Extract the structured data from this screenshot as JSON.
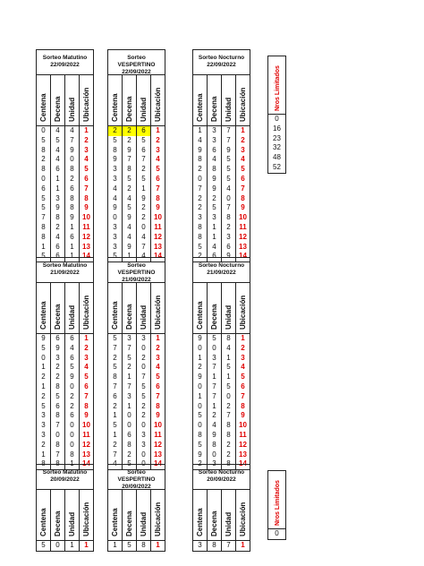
{
  "column_headers": [
    "Centena",
    "Decena",
    "Unidad",
    "Ubicación"
  ],
  "sections": [
    {
      "date": "22/09/2022",
      "tables": [
        {
          "title": "Sorteo Matutino",
          "rows": [
            [
              0,
              4,
              4
            ],
            [
              5,
              5,
              7
            ],
            [
              8,
              4,
              9
            ],
            [
              2,
              4,
              0
            ],
            [
              8,
              6,
              8
            ],
            [
              0,
              1,
              2
            ],
            [
              6,
              1,
              6
            ],
            [
              5,
              3,
              8
            ],
            [
              5,
              9,
              8
            ],
            [
              7,
              8,
              9
            ],
            [
              8,
              2,
              1
            ],
            [
              8,
              4,
              6
            ],
            [
              1,
              6,
              1
            ],
            [
              5,
              6,
              1
            ]
          ]
        },
        {
          "title": "Sorteo VESPERTINO",
          "rows": [
            [
              2,
              2,
              6
            ],
            [
              5,
              2,
              5
            ],
            [
              8,
              9,
              6
            ],
            [
              9,
              7,
              7
            ],
            [
              3,
              8,
              2
            ],
            [
              3,
              5,
              5
            ],
            [
              4,
              2,
              1
            ],
            [
              4,
              4,
              9
            ],
            [
              9,
              5,
              2
            ],
            [
              0,
              9,
              2
            ],
            [
              3,
              4,
              0
            ],
            [
              3,
              4,
              4
            ],
            [
              3,
              9,
              7
            ],
            [
              5,
              1,
              4
            ]
          ],
          "highlight_row": 0
        },
        {
          "title": "Sorteo Nocturno",
          "rows": [
            [
              1,
              3,
              7
            ],
            [
              4,
              3,
              7
            ],
            [
              9,
              6,
              9
            ],
            [
              8,
              4,
              5
            ],
            [
              2,
              8,
              5
            ],
            [
              0,
              9,
              5
            ],
            [
              7,
              9,
              4
            ],
            [
              2,
              2,
              0
            ],
            [
              2,
              5,
              7
            ],
            [
              3,
              3,
              8
            ],
            [
              8,
              1,
              2
            ],
            [
              8,
              1,
              3
            ],
            [
              5,
              4,
              6
            ],
            [
              2,
              6,
              9
            ]
          ]
        }
      ],
      "limited": {
        "label": "Nros Limitados",
        "values": [
          "0",
          "16",
          "23",
          "32",
          "48",
          "52"
        ]
      }
    },
    {
      "date": "21/09/2022",
      "tables": [
        {
          "title": "Sorteo Matutino",
          "rows": [
            [
              9,
              6,
              6
            ],
            [
              5,
              9,
              4
            ],
            [
              0,
              3,
              6
            ],
            [
              1,
              2,
              5
            ],
            [
              2,
              2,
              9
            ],
            [
              1,
              8,
              0
            ],
            [
              2,
              5,
              2
            ],
            [
              5,
              6,
              2
            ],
            [
              3,
              8,
              6
            ],
            [
              3,
              7,
              0
            ],
            [
              3,
              0,
              0
            ],
            [
              2,
              8,
              0
            ],
            [
              1,
              7,
              8
            ],
            [
              8,
              8,
              1
            ]
          ]
        },
        {
          "title": "Sorteo VESPERTINO",
          "rows": [
            [
              5,
              3,
              3
            ],
            [
              7,
              7,
              0
            ],
            [
              2,
              5,
              2
            ],
            [
              5,
              2,
              0
            ],
            [
              8,
              1,
              7
            ],
            [
              7,
              7,
              5
            ],
            [
              6,
              3,
              5
            ],
            [
              2,
              1,
              2
            ],
            [
              1,
              0,
              2
            ],
            [
              5,
              0,
              0
            ],
            [
              1,
              6,
              3
            ],
            [
              2,
              8,
              3
            ],
            [
              7,
              2,
              0
            ],
            [
              4,
              5,
              0
            ]
          ]
        },
        {
          "title": "Sorteo Nocturno",
          "rows": [
            [
              9,
              5,
              8
            ],
            [
              0,
              0,
              4
            ],
            [
              1,
              3,
              1
            ],
            [
              2,
              7,
              5
            ],
            [
              9,
              1,
              1
            ],
            [
              0,
              7,
              5
            ],
            [
              1,
              7,
              0
            ],
            [
              0,
              1,
              2
            ],
            [
              5,
              2,
              7
            ],
            [
              0,
              4,
              8
            ],
            [
              8,
              9,
              8
            ],
            [
              5,
              8,
              2
            ],
            [
              9,
              0,
              2
            ],
            [
              2,
              3,
              8
            ]
          ]
        }
      ]
    },
    {
      "date": "20/09/2022",
      "tables": [
        {
          "title": "Sorteo Matutino",
          "rows": [
            [
              5,
              0,
              1
            ]
          ]
        },
        {
          "title": "Sorteo VESPERTINO",
          "rows": [
            [
              1,
              5,
              8
            ]
          ]
        },
        {
          "title": "Sorteo Nocturno",
          "rows": [
            [
              3,
              8,
              7
            ]
          ]
        }
      ],
      "limited": {
        "label": "Nros Limitados",
        "values": [
          "0"
        ]
      }
    }
  ]
}
